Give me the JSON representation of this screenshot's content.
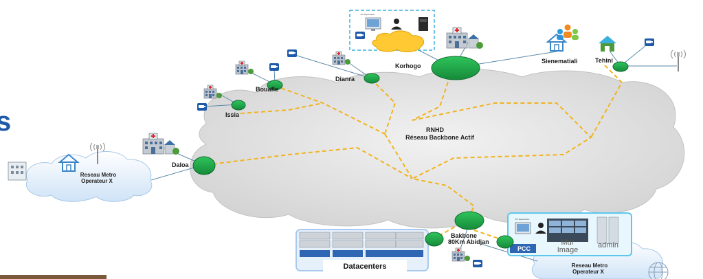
{
  "backbone": {
    "title": "RNHD",
    "subtitle": "Réseau Backbone Actif"
  },
  "sites": {
    "korhogo": "Korhogo",
    "sienematiali": "Sienematiali",
    "tehini": "Tehini",
    "dianra": "Dianra",
    "bouafle": "Bouafle",
    "issia": "Issia",
    "daloa": "Daloa",
    "bakbone_line1": "Bakbone",
    "bakbone_line2": "80Km Abidjan"
  },
  "metro_west": {
    "line1": "Reseau Metro",
    "line2": "Operateur X"
  },
  "metro_east": {
    "line1": "Reseau Metro",
    "line2": "Operateur X"
  },
  "datacenters": {
    "label": "Datacenters"
  },
  "pcc": {
    "label": "PCC",
    "wall_line1": "Mur",
    "wall_line2": "Image",
    "admin": "admin"
  },
  "partial_text": {
    "left_edge_letter": "s"
  },
  "legend_tiny": {
    "top_box_title": "PC Supervision",
    "pcc_box_title": "PC Supervision"
  },
  "colors": {
    "cloud_fill": "#e3e3e3",
    "node_green": "#1fa84a",
    "dashed_link": "#f2b31c",
    "cctv_blue": "#1e5aa8",
    "pcc_frame": "#5cc7ec",
    "datacenter_frame": "#a9c9ee"
  }
}
